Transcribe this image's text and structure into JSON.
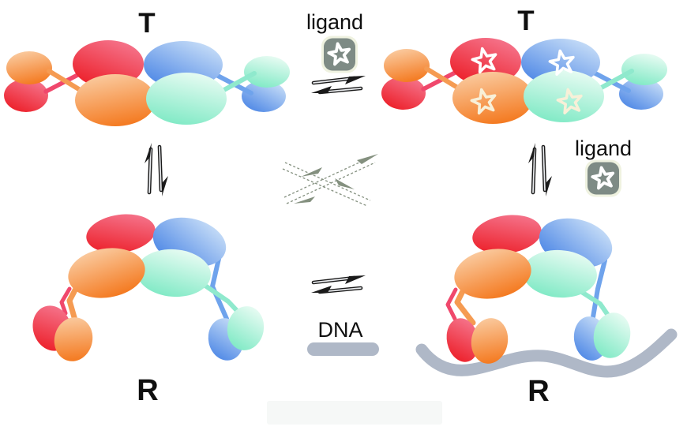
{
  "scheme": {
    "description": "Allosteric equilibrium scheme of a tetrameric protein: T state binds ligand (top row), T converts to R state (vertical equilibria), R state binds DNA (bottom row); dashed crossed arrows mark the minor diagonal pathways.",
    "states": [
      {
        "label": "T",
        "position": "top-left",
        "ligand_bound": false,
        "dna_bound": false
      },
      {
        "label": "T",
        "position": "top-right",
        "ligand_bound": true,
        "dna_bound": false
      },
      {
        "label": "R",
        "position": "bottom-left",
        "ligand_bound": false,
        "dna_bound": false
      },
      {
        "label": "R",
        "position": "bottom-right",
        "ligand_bound": false,
        "dna_bound": true
      }
    ],
    "transitions": [
      {
        "from": "T",
        "to": "T-ligand",
        "via": "ligand",
        "arrow": "equilibrium"
      },
      {
        "from": "T",
        "to": "R",
        "arrow": "equilibrium"
      },
      {
        "from": "T-ligand",
        "to": "R-ligand",
        "via": "ligand",
        "arrow": "equilibrium"
      },
      {
        "from": "R",
        "to": "R-DNA",
        "via": "DNA",
        "arrow": "equilibrium"
      },
      {
        "from": "corners",
        "to": "corners",
        "arrow": "crossed dashed equilibria"
      }
    ]
  },
  "labels": {
    "t_left": "T",
    "t_right": "T",
    "r_left": "R",
    "r_right": "R",
    "ligand_top": "ligand",
    "ligand_right": "ligand",
    "dna": "DNA"
  },
  "colors": {
    "red_light": "#F5758D",
    "red_deep": "#EC1B24",
    "red_mid": "#F0486C",
    "orange_light": "#FACBA0",
    "orange_deep": "#F4791F",
    "orange_mid": "#F59B52",
    "blue_light": "#C5DCF7",
    "blue_deep": "#4A85E5",
    "blue_mid": "#6FA3EC",
    "teal_light": "#E6FBF2",
    "teal_deep": "#7DE9C4",
    "teal_mid": "#8FE9CD",
    "ligand_icon_bg": "#7E8B85",
    "ligand_icon_star": "#FFFFFF",
    "ligand_icon_glow": "#EFF2E0",
    "star_on_cool": "#FFFFFF",
    "star_on_warm": "#F8F0D8",
    "dna_grey": "#AFB8C7",
    "arrow_dark": "#1A1A1A",
    "arrow_inner": "#E9EBEE",
    "dashed_arrow": "#84907F",
    "text": "#0F0F0F",
    "watermark": "#F6F8F7"
  }
}
